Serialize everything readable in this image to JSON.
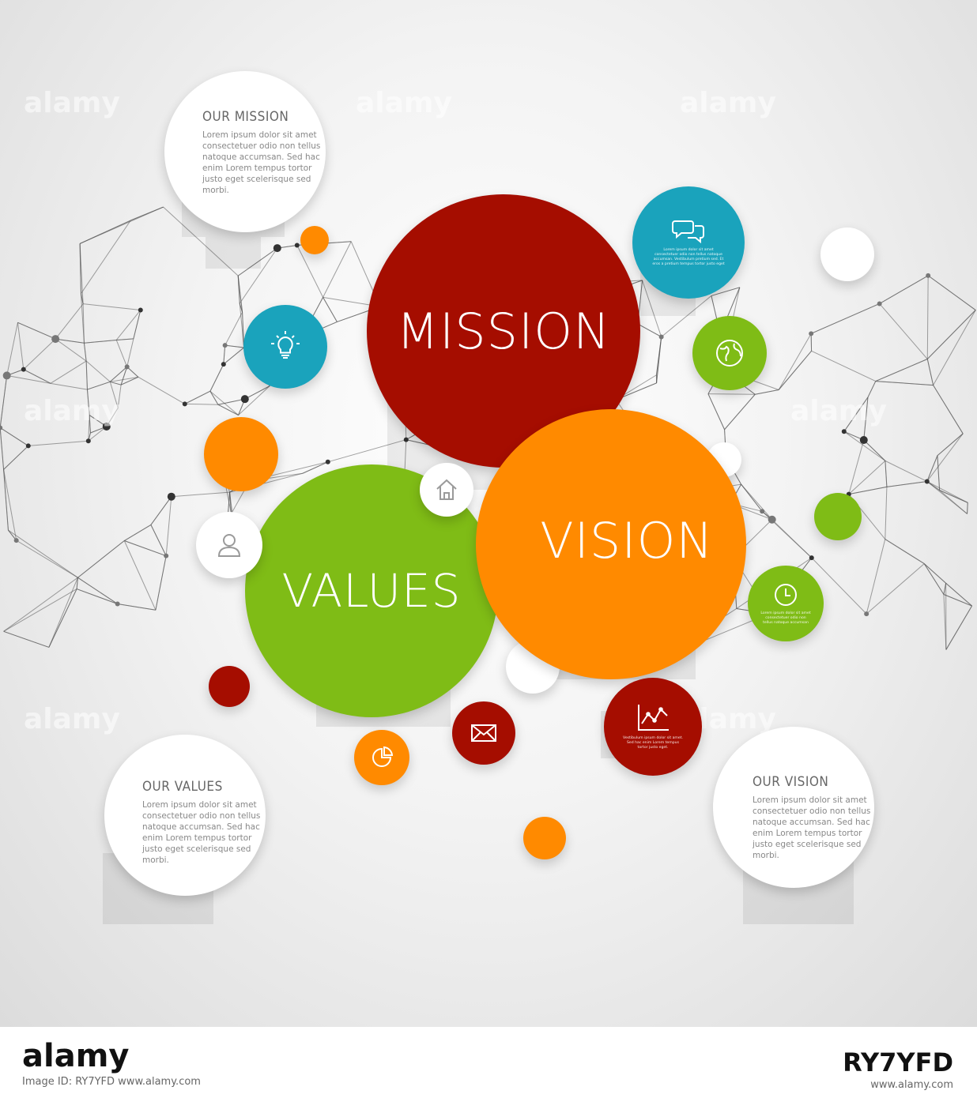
{
  "diagram": {
    "core": [
      {
        "label": "MISSION",
        "color": "#a50d00"
      },
      {
        "label": "VISION",
        "color": "#ff8a00"
      },
      {
        "label": "VALUES",
        "color": "#7fbc16"
      }
    ],
    "info": [
      {
        "title": "OUR MISSION",
        "body": "Lorem ipsum dolor sit amet consectetuer odio non tellus natoque accumsan. Sed hac enim Lorem tempus tortor justo eget scelerisque sed morbi."
      },
      {
        "title": "OUR VALUES",
        "body": "Lorem ipsum dolor sit amet consectetuer odio non tellus natoque accumsan. Sed hac enim Lorem tempus tortor justo eget scelerisque sed morbi."
      },
      {
        "title": "OUR VISION",
        "body": "Lorem ipsum dolor sit amet consectetuer odio non tellus natoque accumsan. Sed hac enim Lorem tempus tortor justo eget scelerisque sed morbi."
      }
    ],
    "icons": [
      "lightbulb-icon",
      "chat-bubbles-icon",
      "globe-icon",
      "house-icon",
      "user-icon",
      "clock-icon",
      "envelope-icon",
      "pie-chart-icon",
      "line-chart-icon"
    ],
    "small_text": {
      "chat": "Lorem ipsum dolor sit amet consectetuer odio non tellus natoque accumsan. Vestibulum pretium sed. Et eros a pretium tempus tortor justo eget",
      "clock": "Lorem ipsum dolor sit amet consectetuer odio non tellus natoque accumsan",
      "chart": "Vestibulum ipsum dolor sit amet. Sed hac enim Lorem tempus tortor justo eget."
    },
    "colors": {
      "red": "#a50d00",
      "orange": "#ff8a00",
      "green": "#7fbc16",
      "teal": "#1aa3bc",
      "white": "#ffffff",
      "network": "#555555"
    }
  },
  "watermark": "alamy",
  "footer": {
    "logo": "alamy",
    "credit": "Image ID: RY7YFD www.alamy.com",
    "code_label": "",
    "id": "RY7YFD",
    "url": "www.alamy.com"
  }
}
